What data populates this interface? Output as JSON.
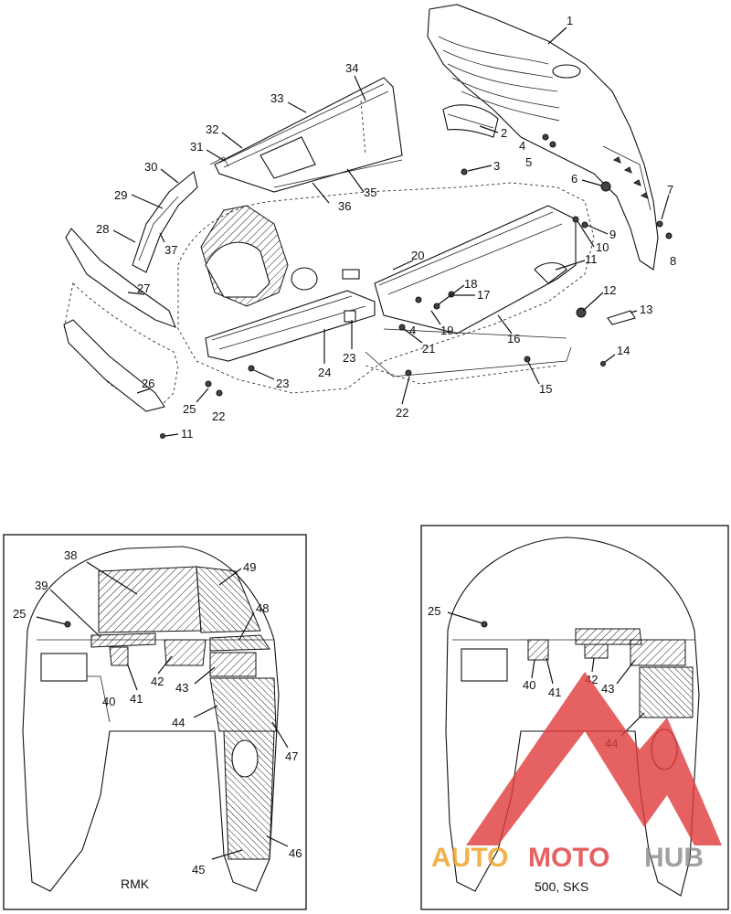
{
  "diagram": {
    "top_callouts": [
      "1",
      "2",
      "3",
      "4",
      "5",
      "6",
      "7",
      "8",
      "9",
      "10",
      "11",
      "12",
      "13",
      "14",
      "15",
      "16",
      "17",
      "18",
      "19",
      "20",
      "21",
      "22",
      "23",
      "24",
      "25",
      "26",
      "27",
      "28",
      "29",
      "30",
      "31",
      "32",
      "33",
      "34",
      "35",
      "36",
      "37",
      "4",
      "22",
      "23",
      "11"
    ],
    "left_panel": {
      "caption": "RMK",
      "callouts": [
        "25",
        "38",
        "39",
        "40",
        "41",
        "42",
        "43",
        "44",
        "45",
        "46",
        "47",
        "48",
        "49"
      ]
    },
    "right_panel": {
      "caption": "500, SKS",
      "callouts": [
        "25",
        "40",
        "41",
        "42",
        "43",
        "44"
      ]
    }
  },
  "watermark": {
    "word_a": "AUTO",
    "word_b": "MOTO",
    "word_c": "HUB",
    "color_red": "#e03a3a",
    "color_gold": "#f0a020",
    "color_gray": "#8a8a8a"
  }
}
